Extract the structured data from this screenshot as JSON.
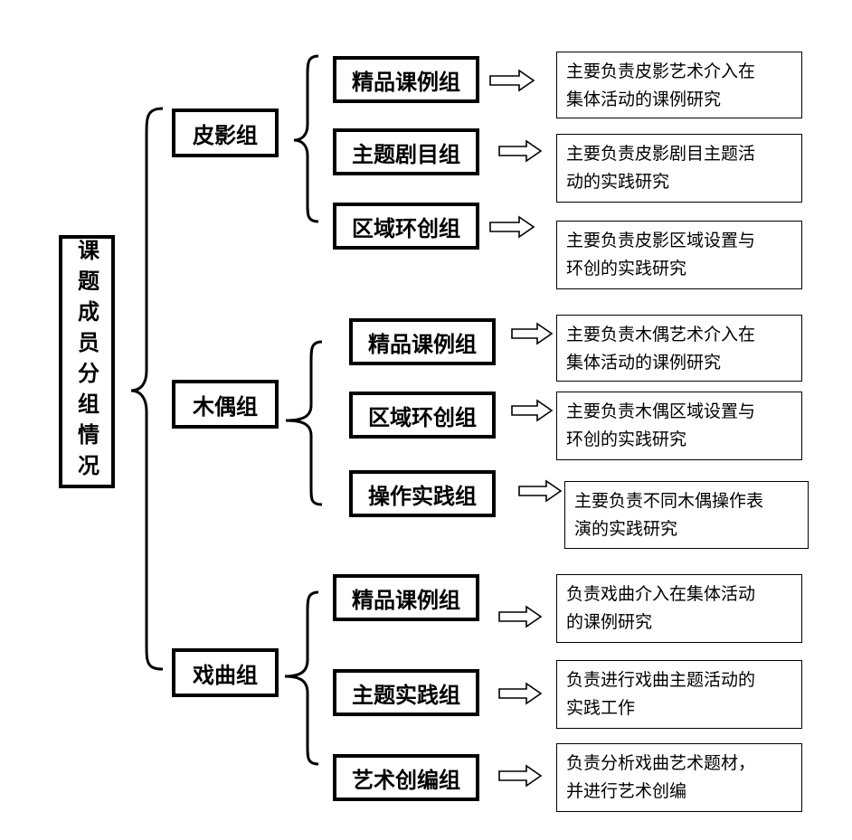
{
  "root": {
    "label": "课题成员分组情况"
  },
  "groups": [
    {
      "label": "皮影组",
      "subgroups": [
        {
          "label": "精品课例组",
          "desc": "主要负责皮影艺术介入在\n集体活动的课例研究"
        },
        {
          "label": "主题剧目组",
          "desc": "主要负责皮影剧目主题活\n动的实践研究"
        },
        {
          "label": "区域环创组",
          "desc": "主要负责皮影区域设置与\n环创的实践研究"
        }
      ]
    },
    {
      "label": "木偶组",
      "subgroups": [
        {
          "label": "精品课例组",
          "desc": "主要负责木偶艺术介入在\n集体活动的课例研究"
        },
        {
          "label": "区域环创组",
          "desc": "主要负责木偶区域设置与\n环创的实践研究"
        },
        {
          "label": "操作实践组",
          "desc": "主要负责不同木偶操作表\n演的实践研究"
        }
      ]
    },
    {
      "label": "戏曲组",
      "subgroups": [
        {
          "label": "精品课例组",
          "desc": "负责戏曲介入在集体活动\n的课例研究"
        },
        {
          "label": "主题实践组",
          "desc": "负责进行戏曲主题活动的\n实践工作"
        },
        {
          "label": "艺术创编组",
          "desc": "负责分析戏曲艺术题材，\n并进行艺术创编"
        }
      ]
    }
  ]
}
